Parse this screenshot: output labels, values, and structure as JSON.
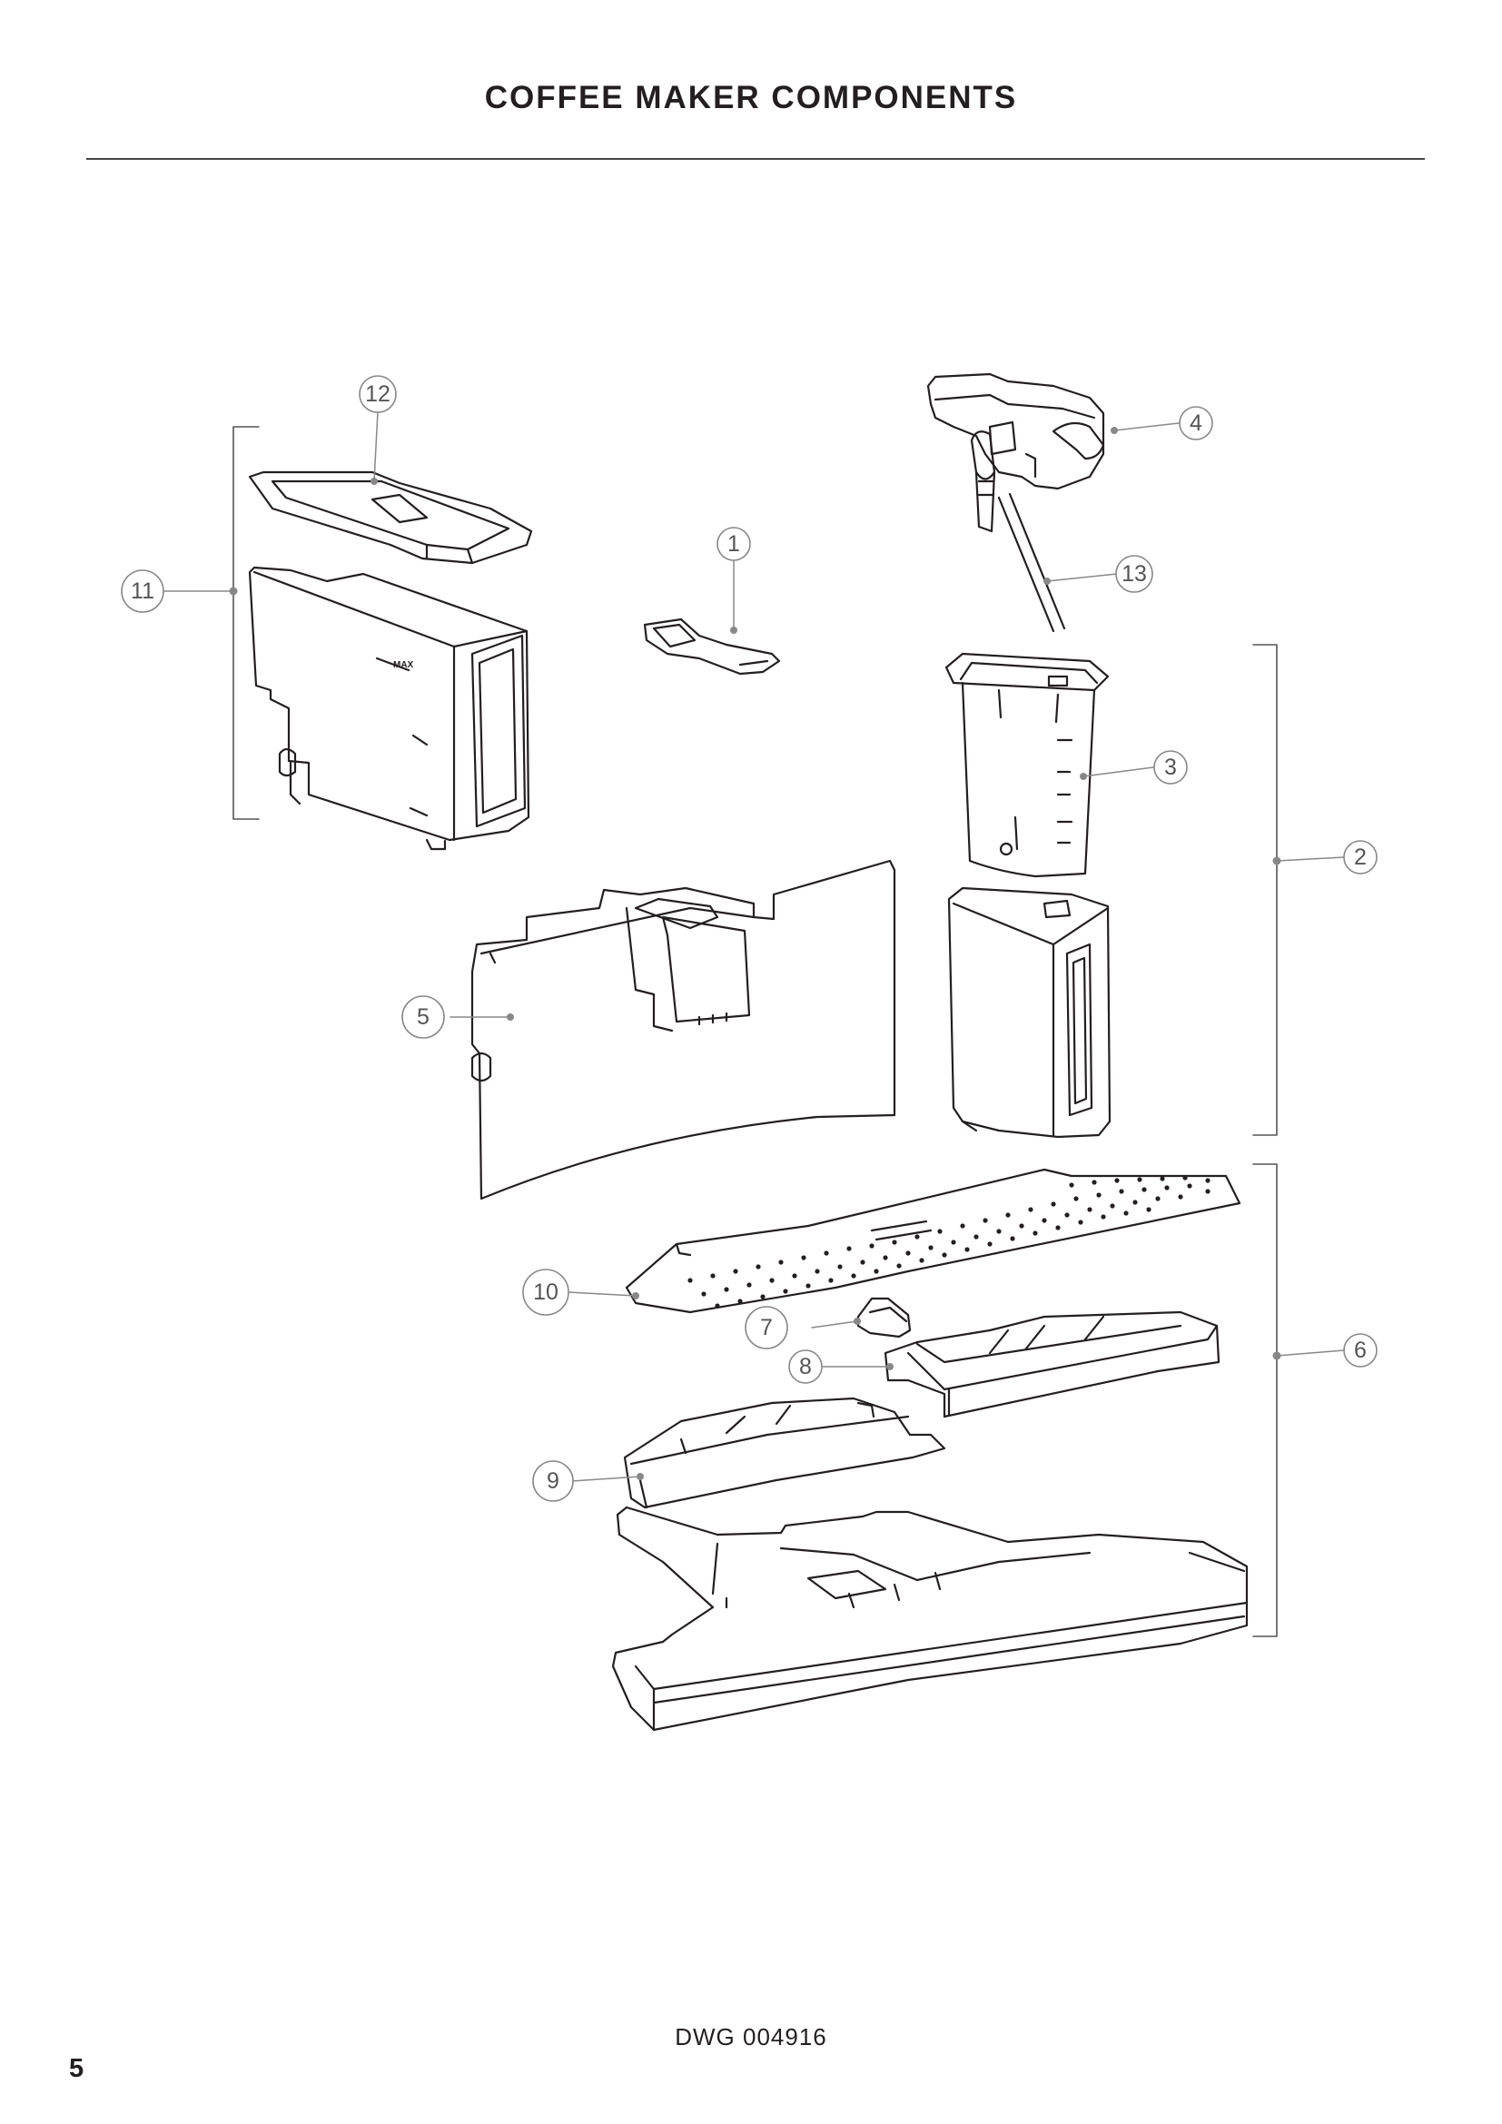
{
  "header": {
    "title": "COFFEE MAKER COMPONENTS"
  },
  "diagram": {
    "callouts": [
      {
        "id": "1",
        "label": "1"
      },
      {
        "id": "2",
        "label": "2"
      },
      {
        "id": "3",
        "label": "3"
      },
      {
        "id": "4",
        "label": "4"
      },
      {
        "id": "5",
        "label": "5"
      },
      {
        "id": "6",
        "label": "6"
      },
      {
        "id": "7",
        "label": "7"
      },
      {
        "id": "8",
        "label": "8"
      },
      {
        "id": "9",
        "label": "9"
      },
      {
        "id": "10",
        "label": "10"
      },
      {
        "id": "11",
        "label": "11"
      },
      {
        "id": "12",
        "label": "12"
      },
      {
        "id": "13",
        "label": "13"
      }
    ],
    "tank_markings": [
      "MAX"
    ]
  },
  "footer": {
    "drawing_number": "DWG 004916",
    "page_number": "5"
  },
  "colors": {
    "line": "#231f20",
    "callout": "#888888",
    "callout_text": "#555555"
  }
}
